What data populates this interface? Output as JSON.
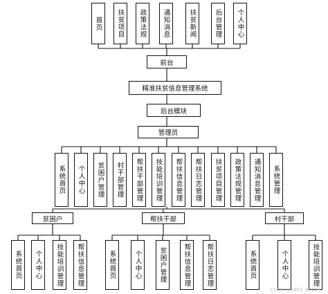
{
  "top_modules": [
    "首页",
    "扶贫项目",
    "政策法规",
    "通知消息",
    "扶贫新闻",
    "后台管理",
    "个人中心"
  ],
  "frontend": "前台",
  "system": "精准扶贫信息管理系统",
  "backend": "后台模块",
  "admin": "管理员",
  "admin_modules": [
    "系统首页",
    "个人中心",
    "贫困户管理",
    "村干部管理",
    "帮扶干部管理",
    "技能培训管理",
    "帮扶信息管理",
    "帮扶日志管理",
    "扶贫项目管理",
    "政策法规管理",
    "通知消息管理",
    "系统管理"
  ],
  "roles": [
    {
      "name": "贫困户",
      "modules": [
        "系统首页",
        "个人中心",
        "技能培训管理",
        "帮扶信息管理"
      ]
    },
    {
      "name": "帮扶干部",
      "modules": [
        "系统首页",
        "个人中心",
        "贫困户管理",
        "帮扶信息管理",
        "帮扶日志管理"
      ]
    },
    {
      "name": "村干部",
      "modules": [
        "系统首页",
        "个人中心",
        "技能培训管理"
      ]
    }
  ],
  "watermark": "CSDN @2401_87153..."
}
